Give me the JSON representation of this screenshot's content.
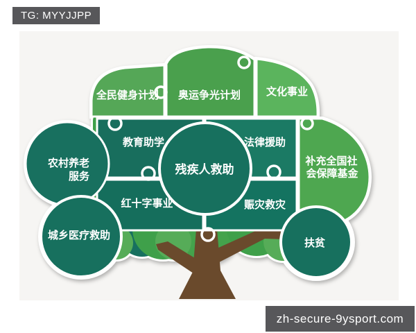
{
  "banners": {
    "top": "TG: MYYJJPP",
    "bottom": "zh-secure-9ysport.com"
  },
  "diagram": {
    "description": "charity-tree-puzzle-infographic",
    "top_row": [
      "全民健身计划",
      "奥运争光计划",
      "文化事业"
    ],
    "mid_row": [
      "教育助学",
      "法律援助"
    ],
    "bottom_row": [
      "红十字事业",
      "赈灾救灾"
    ],
    "left_bump": {
      "line1": "农村养老",
      "line2": "服务"
    },
    "right_bump": {
      "line1": "补充全国社",
      "line2": "会保障基金"
    },
    "center_circle": "残疾人救助",
    "left_circle": "城乡医疗救助",
    "right_circle": "扶贫"
  },
  "colors": {
    "banner_bg": "#57575a",
    "photo_bg": "#f6f5f3",
    "canopy_base": "#3fa04a",
    "piece_green_1": "#55a757",
    "piece_green_2": "#4aa04d",
    "piece_green_3": "#5bb45d",
    "piece_green_right": "#4ea750",
    "piece_teal": "#17705f",
    "trunk_brown": "#6a4a2c",
    "border_white": "#ffffff"
  }
}
